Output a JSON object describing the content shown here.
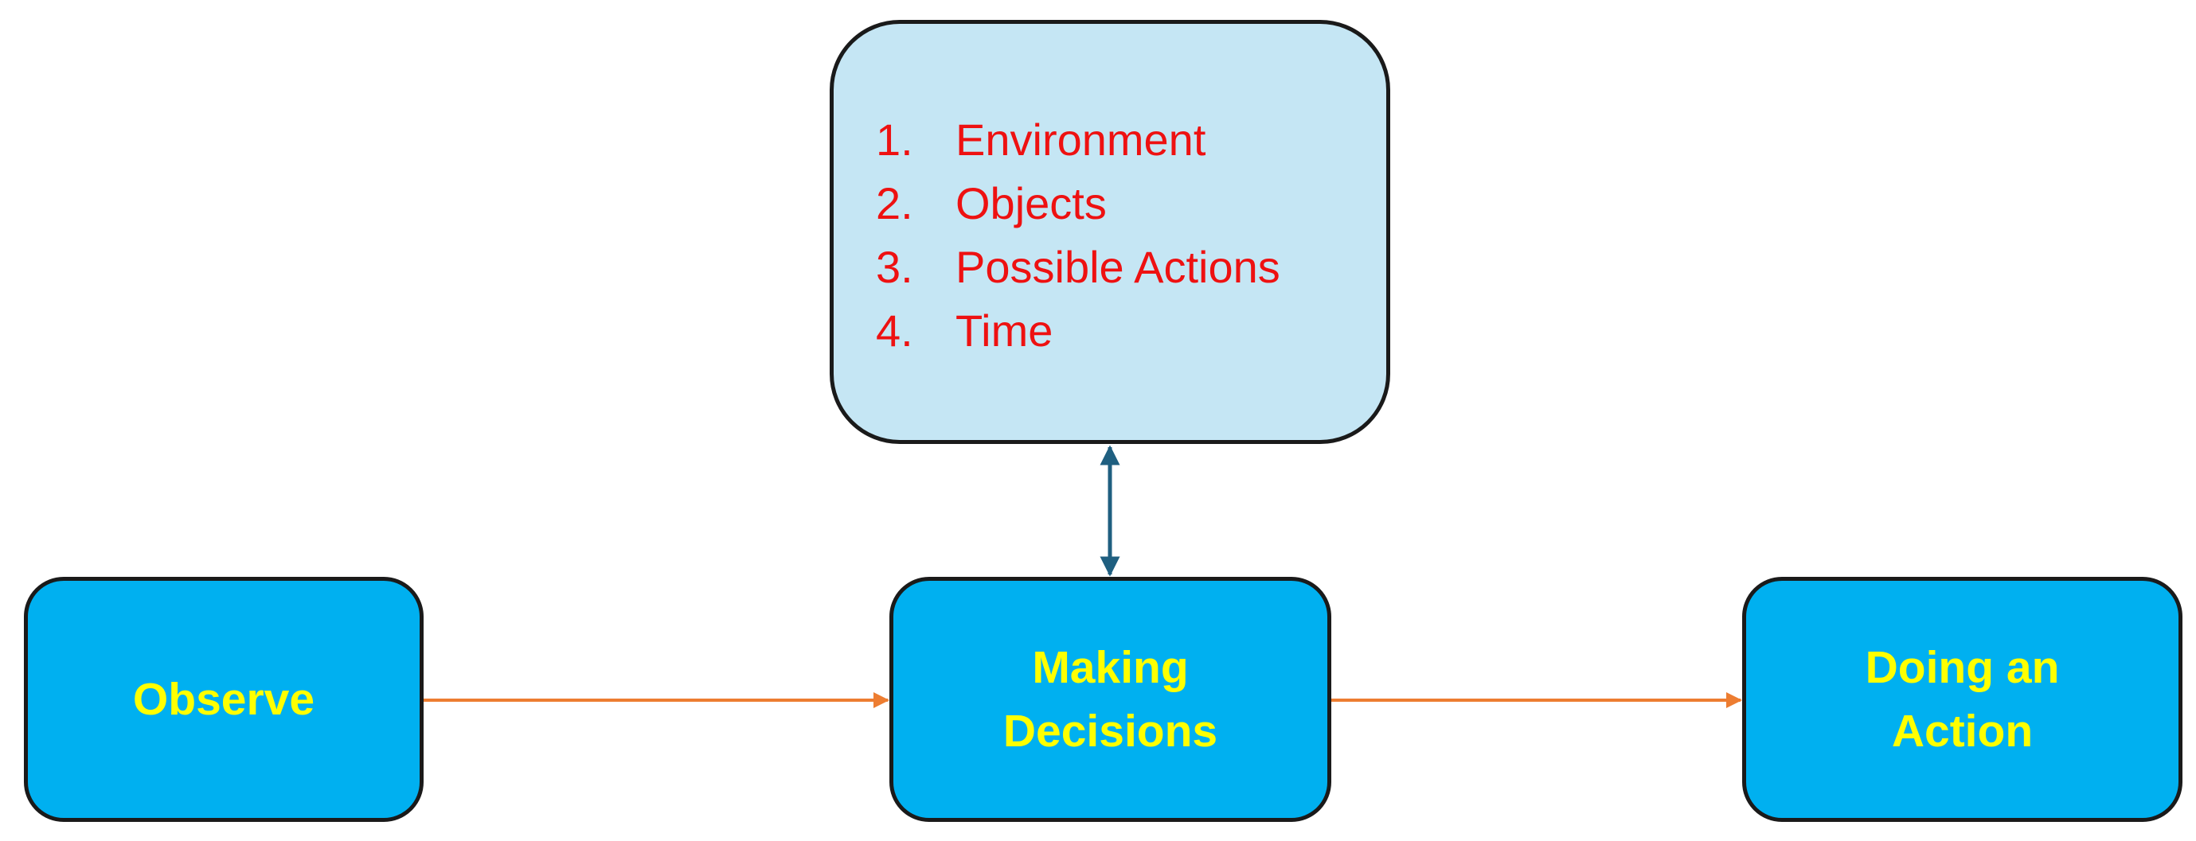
{
  "colors": {
    "box_fill": "#00b0f0",
    "box_text": "#ffff00",
    "box_border": "#1a1a1a",
    "factors_fill": "#c5e6f4",
    "factors_text": "#ee1111",
    "flow_arrow": "#ed7d31",
    "bidirectional_arrow": "#1f5f80"
  },
  "nodes": {
    "observe": {
      "label": "Observe"
    },
    "decisions": {
      "label": "Making\nDecisions"
    },
    "action": {
      "label": "Doing an\nAction"
    }
  },
  "factors": [
    {
      "num": "1.",
      "text": "Environment"
    },
    {
      "num": "2.",
      "text": "Objects"
    },
    {
      "num": "3.",
      "text": "Possible Actions"
    },
    {
      "num": "4.",
      "text": "Time"
    }
  ],
  "edges": [
    {
      "from": "observe",
      "to": "decisions",
      "style": "flow"
    },
    {
      "from": "decisions",
      "to": "action",
      "style": "flow"
    },
    {
      "from": "factors",
      "to": "decisions",
      "style": "bidirectional"
    }
  ]
}
